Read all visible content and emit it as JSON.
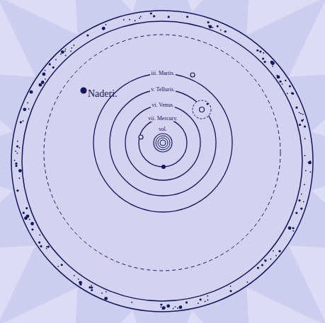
{
  "diagram": {
    "labels": [
      "Naderi.",
      "iii. Martis.",
      "v. Telluris.",
      "vi. Venus.",
      "vii. Mercury.",
      "sol."
    ]
  }
}
